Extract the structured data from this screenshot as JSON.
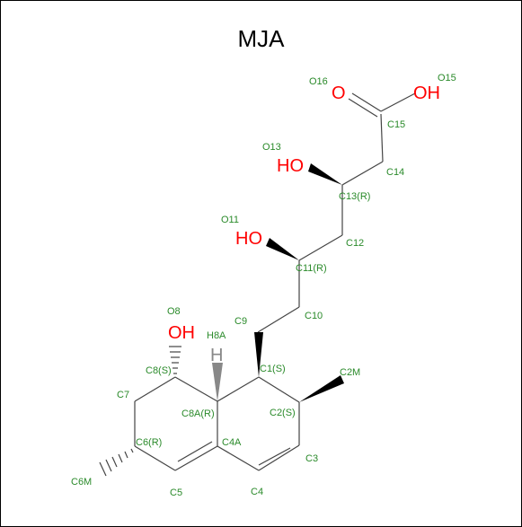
{
  "title": "MJA",
  "colors": {
    "atom_label": "#2a8a2a",
    "heteroatom": "#ff0000",
    "bond": "#444444",
    "hydrogen": "#888888"
  },
  "atoms": {
    "O16": "O16",
    "O15": "O15",
    "C15": "C15",
    "C14": "C14",
    "O13": "O13",
    "C13": "C13(R)",
    "C12": "C12",
    "O11": "O11",
    "C11": "C11(R)",
    "C10": "C10",
    "C9": "C9",
    "O8": "O8",
    "H8A": "H8A",
    "C8": "C8(S)",
    "C1": "C1(S)",
    "C2M": "C2M",
    "C7": "C7",
    "C8A": "C8A(R)",
    "C2": "C2(S)",
    "C6": "C6(R)",
    "C4A": "C4A",
    "C3": "C3",
    "C6M": "C6M",
    "C5": "C5",
    "C4": "C4"
  },
  "heteroatoms": {
    "O_carbonyl": "O",
    "OH_acid": "OH",
    "HO_13": "HO",
    "HO_11": "HO",
    "OH_8": "OH",
    "H_8A": "H"
  }
}
